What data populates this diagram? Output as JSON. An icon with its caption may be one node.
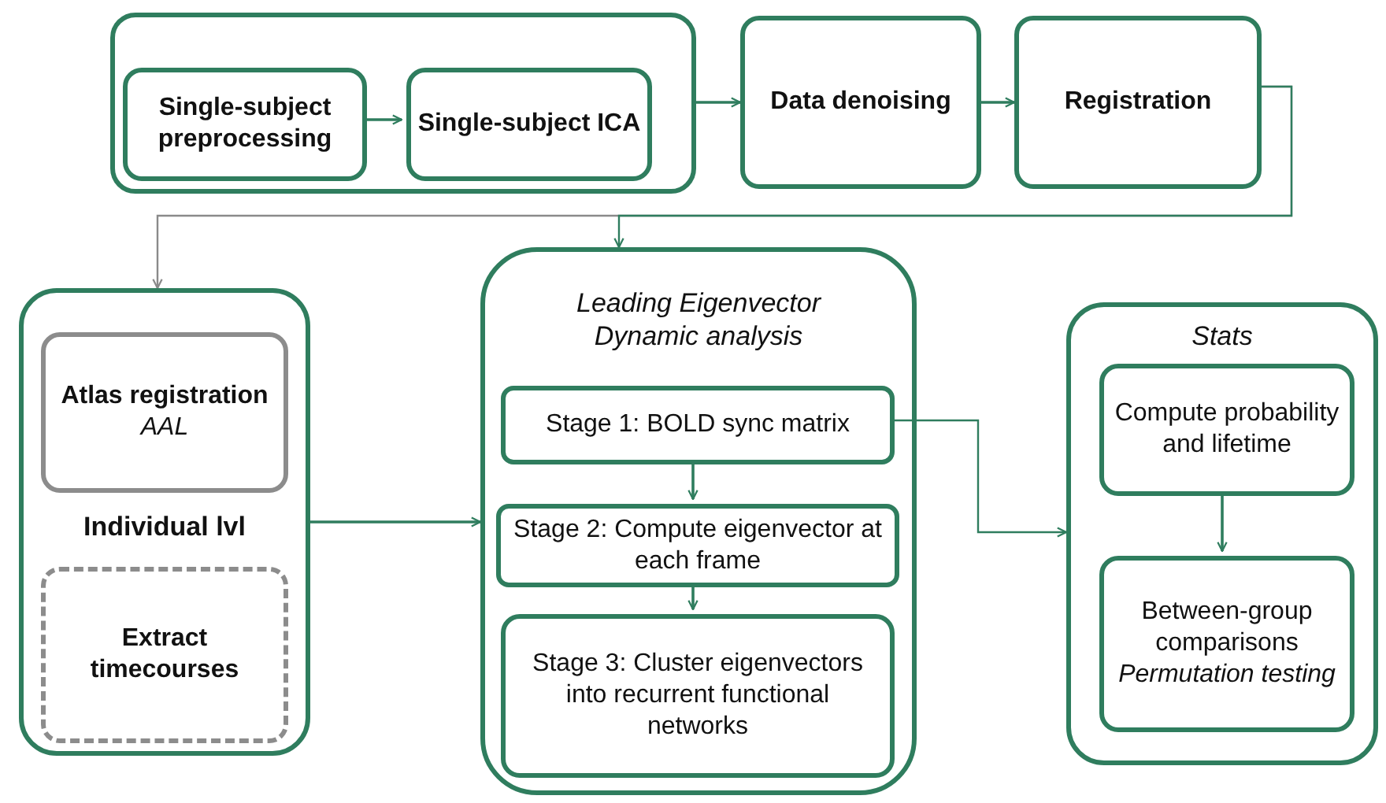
{
  "diagram": {
    "nodes": [
      {
        "text": [],
        "shape": "box"
      },
      {
        "text": [
          "Single-subject preprocessing"
        ],
        "in": 0
      },
      {
        "text": [
          "Single-subject ICA"
        ],
        "in": 0
      },
      {
        "text": [
          "Data denoising"
        ]
      },
      {
        "text": [
          "Registration"
        ]
      },
      {
        "text": [
          "Individual lvl"
        ]
      },
      {
        "text": [
          "Atlas registration",
          "AAL"
        ],
        "in": 5
      },
      {
        "text": [
          "Extract timecourses"
        ],
        "in": 5
      },
      {
        "text": [
          "Leading Eigenvector Dynamic analysis"
        ]
      },
      {
        "text": [
          "Stage 1: BOLD sync matrix"
        ],
        "in": 8
      },
      {
        "text": [
          "Stage 2: Compute eigenvector at each frame"
        ],
        "in": 8
      },
      {
        "text": [
          "Stage 3: Cluster eigenvectors into recurrent functional networks"
        ],
        "in": 8
      },
      {
        "text": [
          "Stats"
        ]
      },
      {
        "text": [
          "Compute probability and lifetime"
        ],
        "in": 12
      },
      {
        "text": [
          "Between-group comparisons",
          "Permutation testing"
        ],
        "in": 12
      }
    ],
    "edges": [
      {
        "from": 1,
        "to": 2,
        "arrow": "to"
      },
      {
        "from": 0,
        "to": 3,
        "arrow": "to"
      },
      {
        "from": 3,
        "to": 4,
        "arrow": "to"
      },
      {
        "from": 4,
        "to": 5,
        "arrow": "to",
        "color": "#8a8a8a"
      },
      {
        "from": 4,
        "to": 8,
        "arrow": "to"
      },
      {
        "from": 5,
        "to": 8,
        "arrow": "to"
      },
      {
        "from": 9,
        "to": 10,
        "arrow": "to"
      },
      {
        "from": 10,
        "to": 11,
        "arrow": "to"
      },
      {
        "from": 9,
        "to": 12,
        "arrow": "to"
      },
      {
        "from": 13,
        "to": 14,
        "arrow": "to"
      }
    ]
  }
}
